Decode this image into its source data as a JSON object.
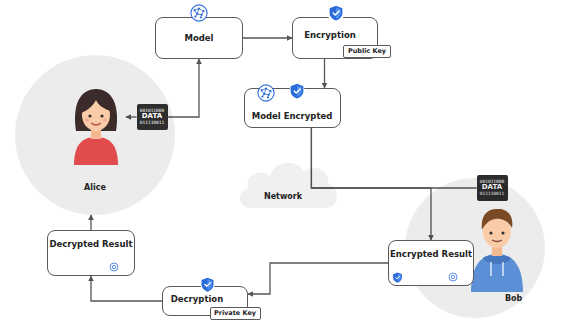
{
  "diagram": {
    "nodes": [
      {
        "text": [
          "Model"
        ]
      },
      {
        "text": [
          "Encryption"
        ]
      },
      {
        "text": [
          "Public Key"
        ],
        "in": 1
      },
      {
        "text": [
          "Model Encrypted"
        ]
      },
      {
        "text": [
          "Alice"
        ]
      },
      {
        "text": [
          "001011000",
          "DATA",
          "011110011"
        ]
      },
      {
        "text": [
          "Network"
        ]
      },
      {
        "text": [
          "001011000",
          "DATA",
          "011110011"
        ]
      },
      {
        "text": [
          "Bob"
        ]
      },
      {
        "text": [
          "Encrypted Result"
        ]
      },
      {
        "text": [
          "Decrypted Result"
        ]
      },
      {
        "text": [
          "Decryption"
        ]
      },
      {
        "text": [
          "Private Key"
        ],
        "in": 11
      }
    ],
    "edges": [
      {
        "from": 0,
        "to": 1,
        "arrow": "to"
      },
      {
        "from": 1,
        "to": 3,
        "arrow": "to"
      },
      {
        "from": 3,
        "to": 9,
        "arrow": "to"
      },
      {
        "from": 3,
        "to": 7,
        "arrow": "none"
      },
      {
        "from": 9,
        "to": 11,
        "arrow": "to"
      },
      {
        "from": 11,
        "to": 10,
        "arrow": "to"
      },
      {
        "from": 10,
        "to": 4,
        "arrow": "to"
      },
      {
        "from": 5,
        "to": 4,
        "arrow": "to"
      },
      {
        "from": 5,
        "to": 0,
        "arrow": "to"
      }
    ]
  }
}
